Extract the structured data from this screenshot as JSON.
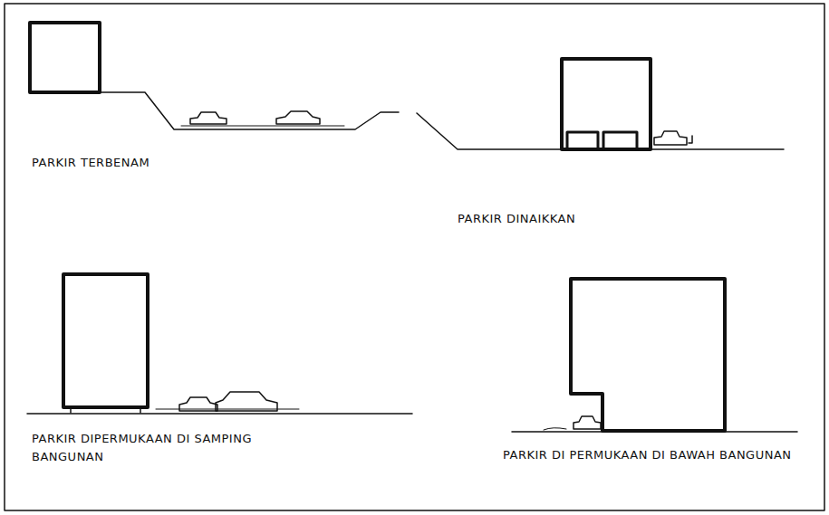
{
  "diagram": {
    "labels": [
      "PARKIR TERBENAM",
      "PARKIR DINAIKKAN",
      "PARKIR DIPERMUKAAN DI SAMPING BANGUNAN",
      "PARKIR DI PERMUKAAN DI BAWAH BANGUNAN"
    ]
  }
}
